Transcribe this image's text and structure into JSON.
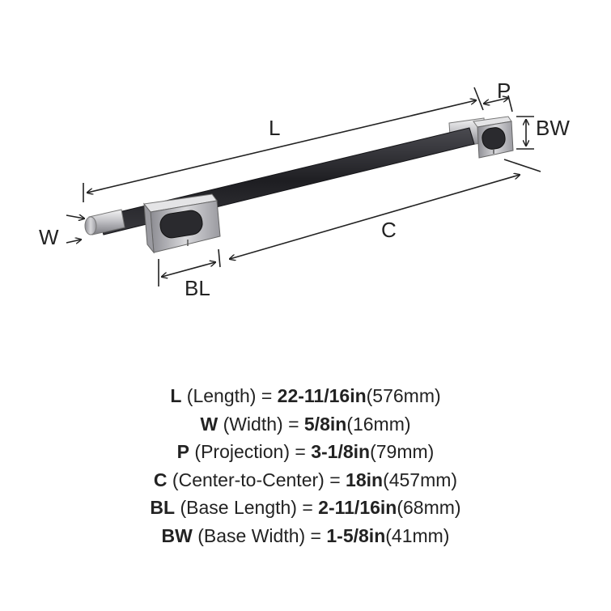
{
  "dimension_labels": {
    "length": "L",
    "width": "W",
    "projection": "P",
    "center_to_center": "C",
    "base_length": "BL",
    "base_width": "BW"
  },
  "specs": [
    {
      "code": "L",
      "name": "(Length) =",
      "imperial": "22-11/16in",
      "metric": "(576mm)"
    },
    {
      "code": "W",
      "name": "(Width) =",
      "imperial": "5/8in",
      "metric": "(16mm)"
    },
    {
      "code": "P",
      "name": "(Projection) =",
      "imperial": "3-1/8in",
      "metric": "(79mm)"
    },
    {
      "code": "C",
      "name": "(Center-to-Center) =",
      "imperial": "18in",
      "metric": "(457mm)"
    },
    {
      "code": "BL",
      "name": "(Base Length) =",
      "imperial": "2-11/16in",
      "metric": "(68mm)"
    },
    {
      "code": "BW",
      "name": "(Base Width) =",
      "imperial": "1-5/8in",
      "metric": "(41mm)"
    }
  ],
  "colors": {
    "bar": "#2a2a2e",
    "chrome": "#c9c9cc",
    "chrome_dark": "#6f6f74",
    "line": "#222222"
  }
}
